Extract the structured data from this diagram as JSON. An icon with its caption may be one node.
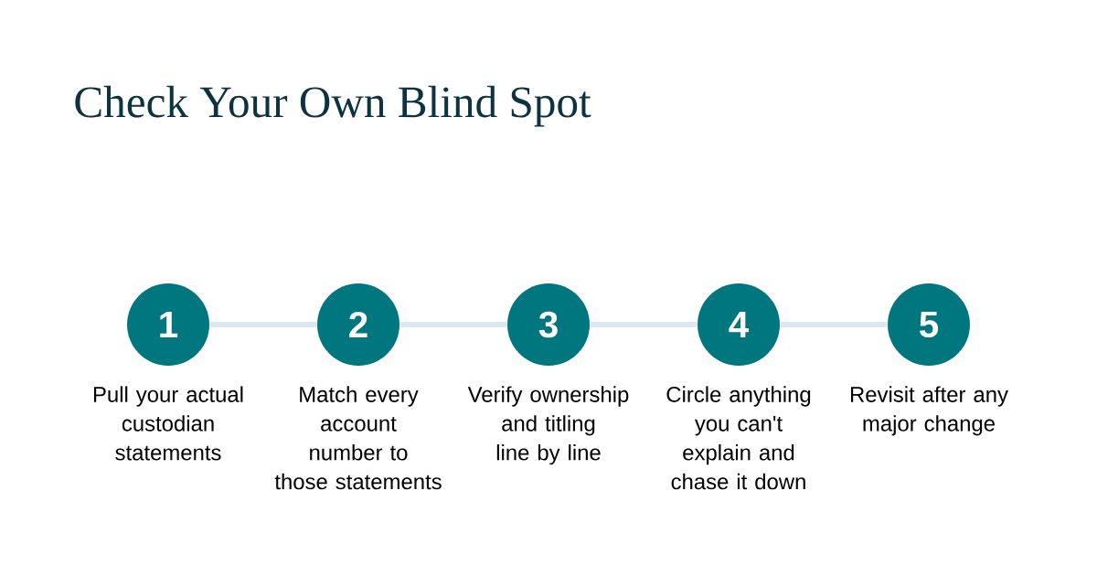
{
  "diagram": {
    "title": "Check Your Own Blind Spot",
    "nodes": [
      {
        "text": [
          "1"
        ],
        "beside": [
          "Pull your actual custodian statements"
        ]
      },
      {
        "text": [
          "2"
        ],
        "beside": [
          "Match every account number to those statements"
        ]
      },
      {
        "text": [
          "3"
        ],
        "beside": [
          "Verify ownership and titling line by line"
        ]
      },
      {
        "text": [
          "4"
        ],
        "beside": [
          "Circle anything you can't explain and chase it down"
        ]
      },
      {
        "text": [
          "5"
        ],
        "beside": [
          "Revisit after any major change"
        ]
      }
    ],
    "edges": [
      {
        "from": 0,
        "to": 1,
        "arrow": "none"
      },
      {
        "from": 1,
        "to": 2,
        "arrow": "none"
      },
      {
        "from": 2,
        "to": 3,
        "arrow": "none"
      },
      {
        "from": 3,
        "to": 4,
        "arrow": "none"
      }
    ]
  }
}
